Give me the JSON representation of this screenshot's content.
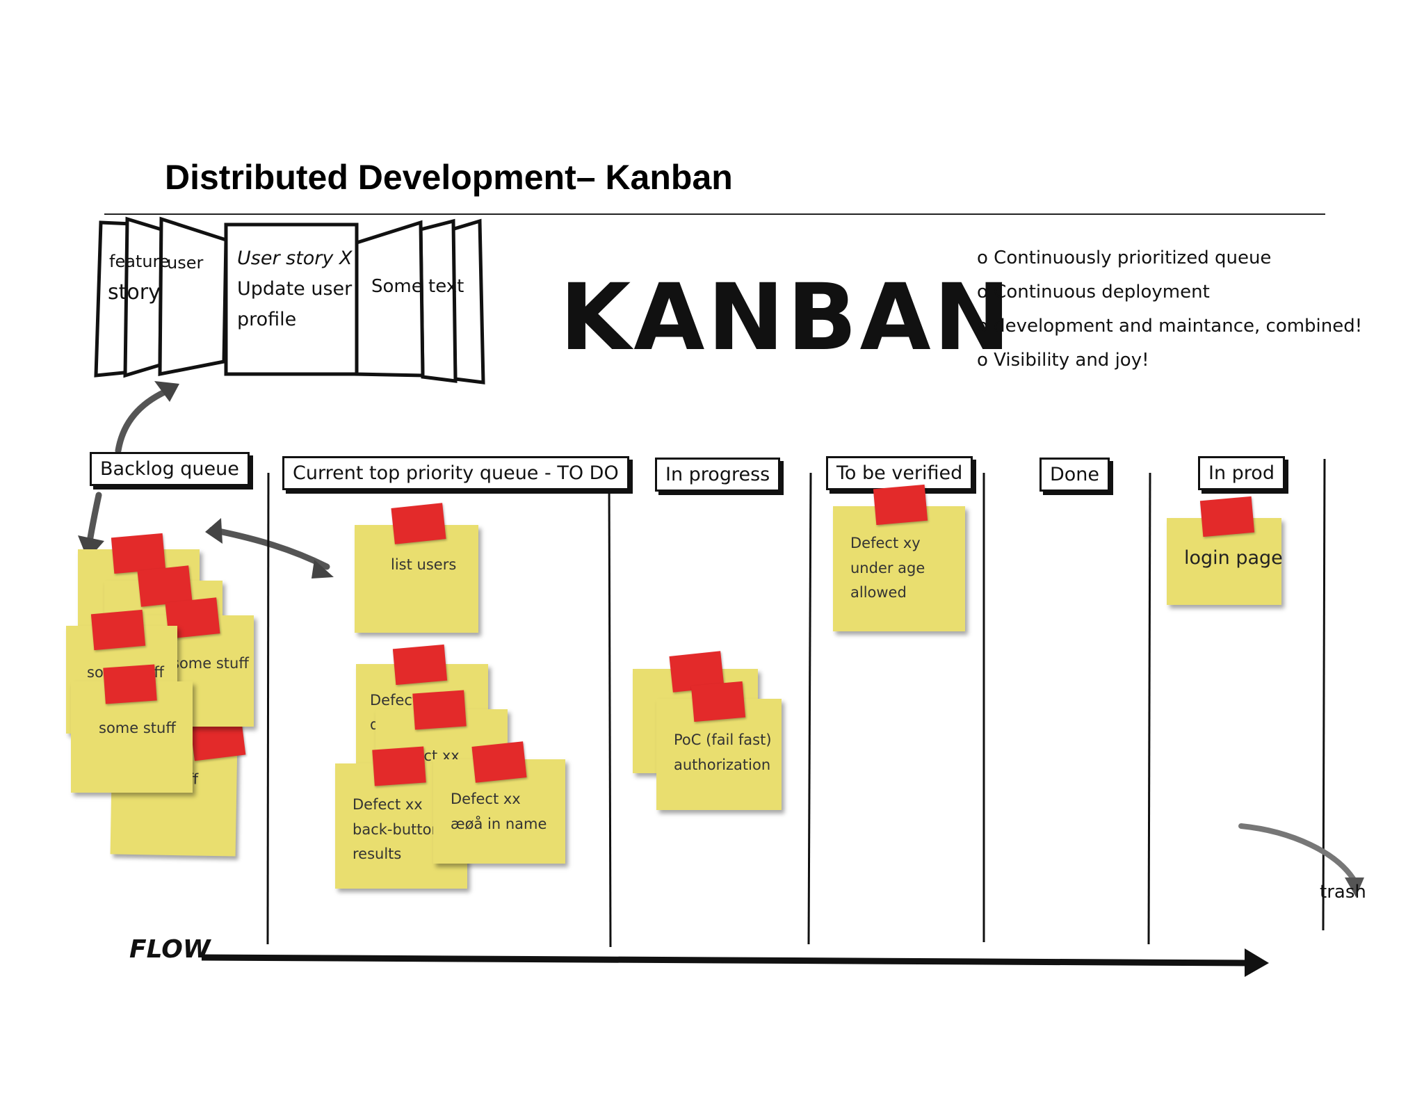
{
  "slide": {
    "title": "Distributed Development– Kanban",
    "logo": "KANBAN"
  },
  "story_cards": {
    "card1_line1": "feature",
    "card1_line2": "story",
    "card2_label": "user",
    "main_line1": "User story X",
    "main_line2": "Update user",
    "main_line3": "profile",
    "right_text": "Some text"
  },
  "bullets": [
    "o Continuously prioritized queue",
    "o Continuous deployment",
    "o development and maintance, combined!",
    "o Visibility and joy!"
  ],
  "columns": {
    "backlog": "Backlog queue",
    "todo": "Current top priority queue - TO DO",
    "in_progress": "In progress",
    "verify": "To be verified",
    "done": "Done",
    "in_prod": "In prod"
  },
  "notes": {
    "backlog_a": "some stuff",
    "backlog_b": "some stuff",
    "backlog_c": "ff",
    "backlog_front": "some stuff",
    "todo_list_users": "list users",
    "todo_defect_back": "Defect",
    "todo_defect_back2": "d",
    "todo_defect_mid": "Defect xx",
    "todo_defect_left_1": "Defect xx",
    "todo_defect_left_2": "back-button",
    "todo_defect_left_3": "results",
    "todo_defect_right_1": "Defect xx",
    "todo_defect_right_2": "æøå in name",
    "progress_1": "PoC (fail fast)",
    "progress_2": "authorization",
    "verify_1": "Defect xy",
    "verify_2": "under age",
    "verify_3": "allowed",
    "prod_1": "login page"
  },
  "flow_label": "FLOW",
  "trash_label": "trash",
  "colors": {
    "note": "#e9de6f",
    "tape": "#e32a2a",
    "ink": "#111111",
    "arrow_gray": "#555555"
  }
}
